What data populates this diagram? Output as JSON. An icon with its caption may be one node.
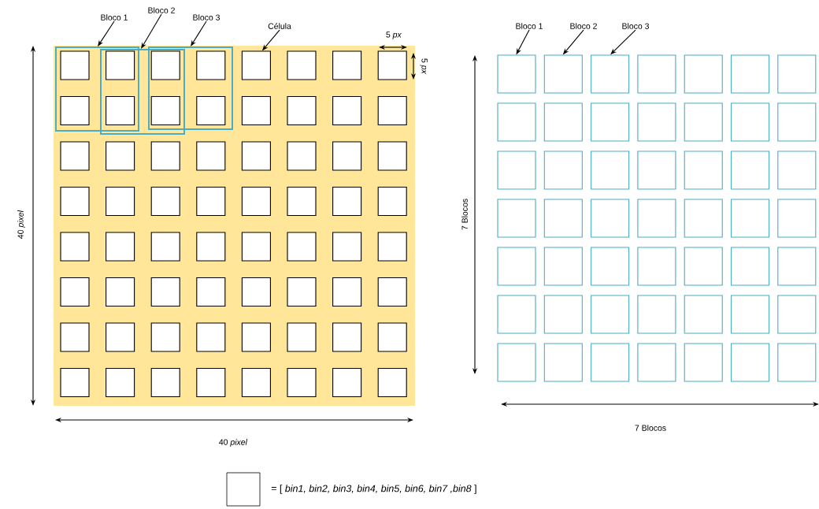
{
  "diagram": {
    "nodes": [
      {
        "text": [
          "Bloco 1"
        ]
      },
      {
        "text": [
          "Bloco 2"
        ]
      },
      {
        "text": [
          "Bloco 3"
        ]
      },
      {
        "text": [
          "Célula"
        ]
      },
      {
        "text": [],
        "shape": "box"
      },
      {
        "text": [],
        "shape": "box"
      },
      {
        "text": [],
        "shape": "box"
      },
      {
        "text": [],
        "shape": "box"
      },
      {
        "text": [
          "Bloco 1"
        ]
      },
      {
        "text": [
          "Bloco 2"
        ]
      },
      {
        "text": [
          "Bloco 3"
        ]
      },
      {
        "text": [],
        "shape": "box"
      },
      {
        "text": [],
        "shape": "box"
      },
      {
        "text": [],
        "shape": "box"
      }
    ],
    "edges": [
      {
        "from": 0,
        "to": 4,
        "arrow": "to"
      },
      {
        "from": 1,
        "to": 5,
        "arrow": "to"
      },
      {
        "from": 2,
        "to": 6,
        "arrow": "to"
      },
      {
        "from": 3,
        "to": 7,
        "arrow": "to"
      },
      {
        "from": 8,
        "to": 11,
        "arrow": "to"
      },
      {
        "from": 9,
        "to": 12,
        "arrow": "to"
      },
      {
        "from": 10,
        "to": 13,
        "arrow": "to"
      }
    ],
    "labels": [
      "5 *px*",
      "5 *px*",
      "40 *pixel*",
      "40 *pixel*",
      "7 Blocos",
      "7 Blocos"
    ],
    "legend": [
      {
        "text": "= [ *bin1, bin2, bin3, bin4, bin5, bin6, bin7 ,bin8* ]"
      }
    ]
  }
}
